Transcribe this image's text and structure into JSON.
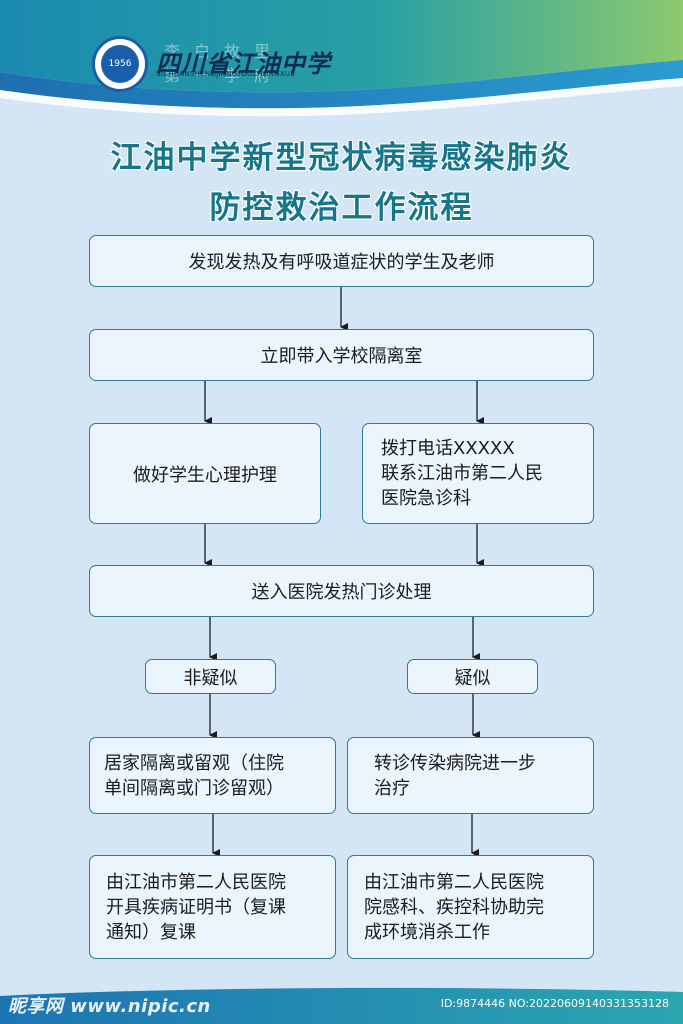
{
  "header": {
    "school_name": "四川省江油中学",
    "school_pinyin": "SICHUANSHENGJIANGYOUZHONGXUE",
    "motto": "李白故里 第一学府",
    "logo_year": "1956"
  },
  "title": {
    "line1": "江油中学新型冠状病毒感染肺炎",
    "line2": "防控救治工作流程"
  },
  "flow": {
    "step1": "发现发热及有呼吸道症状的学生及老师",
    "step2": "立即带入学校隔离室",
    "step3_left": "做好学生心理护理",
    "step3_right": "拨打电话XXXXX\n联系江油市第二人民\n医院急诊科",
    "step4": "送入医院发热门诊处理",
    "branch_left": "非疑似",
    "branch_right": "疑似",
    "step5_left": "居家隔离或留观（住院\n单间隔离或门诊留观）",
    "step5_right": "转诊传染病院进一步\n治疗",
    "step6_left": "由江油市第二人民医院\n开具疾病证明书（复课\n通知）复课",
    "step6_right": "由江油市第二人民医院\n院感科、疾控科协助完\n成环境消杀工作"
  },
  "footer": {
    "watermark": "昵享网 www.nipic.cn",
    "id_text": "ID:9874446 NO:20220609140331353128"
  },
  "colors": {
    "background": "#d4e6f6",
    "title": "#15768a",
    "box_border": "#2d7b95",
    "box_fill": "#eaf5fd",
    "arrow": "#1c1c1c"
  }
}
